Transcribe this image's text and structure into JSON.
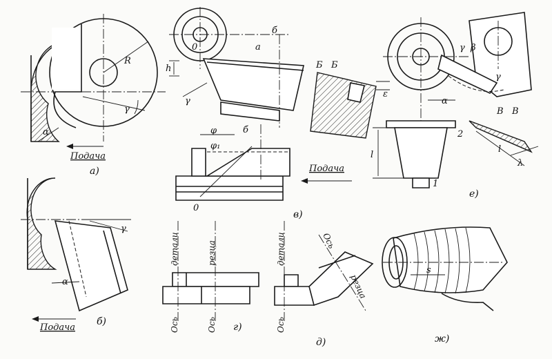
{
  "feed_label": "Подача",
  "panel_a": {
    "caption": "а)",
    "label_R": "R",
    "label_gamma": "γ",
    "label_alpha": "α"
  },
  "panel_b": {
    "caption": "б)",
    "label_gamma": "γ",
    "label_alpha": "α"
  },
  "panel_v_top": {
    "label_0": "0",
    "label_b": "б",
    "label_a": "а",
    "label_h": "h",
    "label_gamma": "γ"
  },
  "panel_v_mid": {
    "caption": "в)",
    "label_phi": "φ",
    "label_phi1": "φ₁",
    "label_b": "б",
    "label_0": "0"
  },
  "panel_bb": {
    "label_b1": "Б",
    "label_b2": "Б",
    "label_eps": "ε"
  },
  "panel_e": {
    "caption": "е)",
    "label_1": "1",
    "label_2": "2",
    "label_gamma": "γ",
    "label_beta": "β",
    "label_alpha": "α",
    "label_l": "l"
  },
  "panel_vv": {
    "label_v1": "В",
    "label_v2": "В",
    "label_l": "l",
    "label_lambda": "λ"
  },
  "panel_g": {
    "caption": "г)",
    "detail_text": "детали",
    "cutter_text": "резца",
    "axis_text_1": "Ось",
    "axis_text_2": "Ось"
  },
  "panel_d": {
    "caption": "д)",
    "detail_text": "детали",
    "axis_text_1": "Ось",
    "axis_text_2": "Ось",
    "cutter_text": "резца"
  },
  "panel_zh": {
    "caption": "ж)",
    "label_s": "s"
  }
}
